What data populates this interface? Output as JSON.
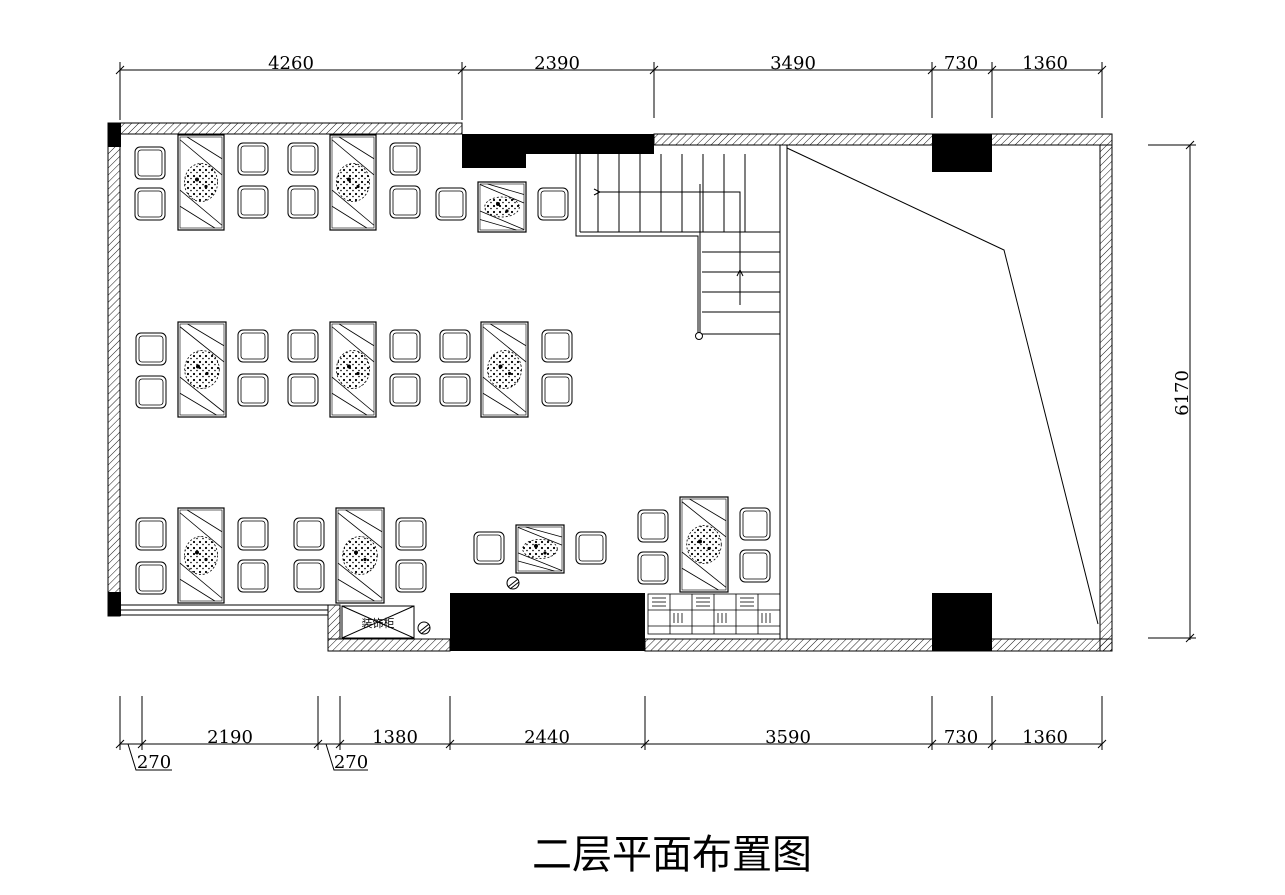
{
  "title": "二层平面布置图",
  "top_dimensions": [
    "4260",
    "2390",
    "3490",
    "730",
    "1360"
  ],
  "bottom_dimensions": [
    "2190",
    "1380",
    "2440",
    "3590",
    "730",
    "1360"
  ],
  "bottom_offsets": [
    "270",
    "270"
  ],
  "right_dimension": "6170",
  "cabinet_label": "装饰柜",
  "colors": {
    "line": "#000000",
    "fill": "#000000",
    "background": "#ffffff"
  }
}
